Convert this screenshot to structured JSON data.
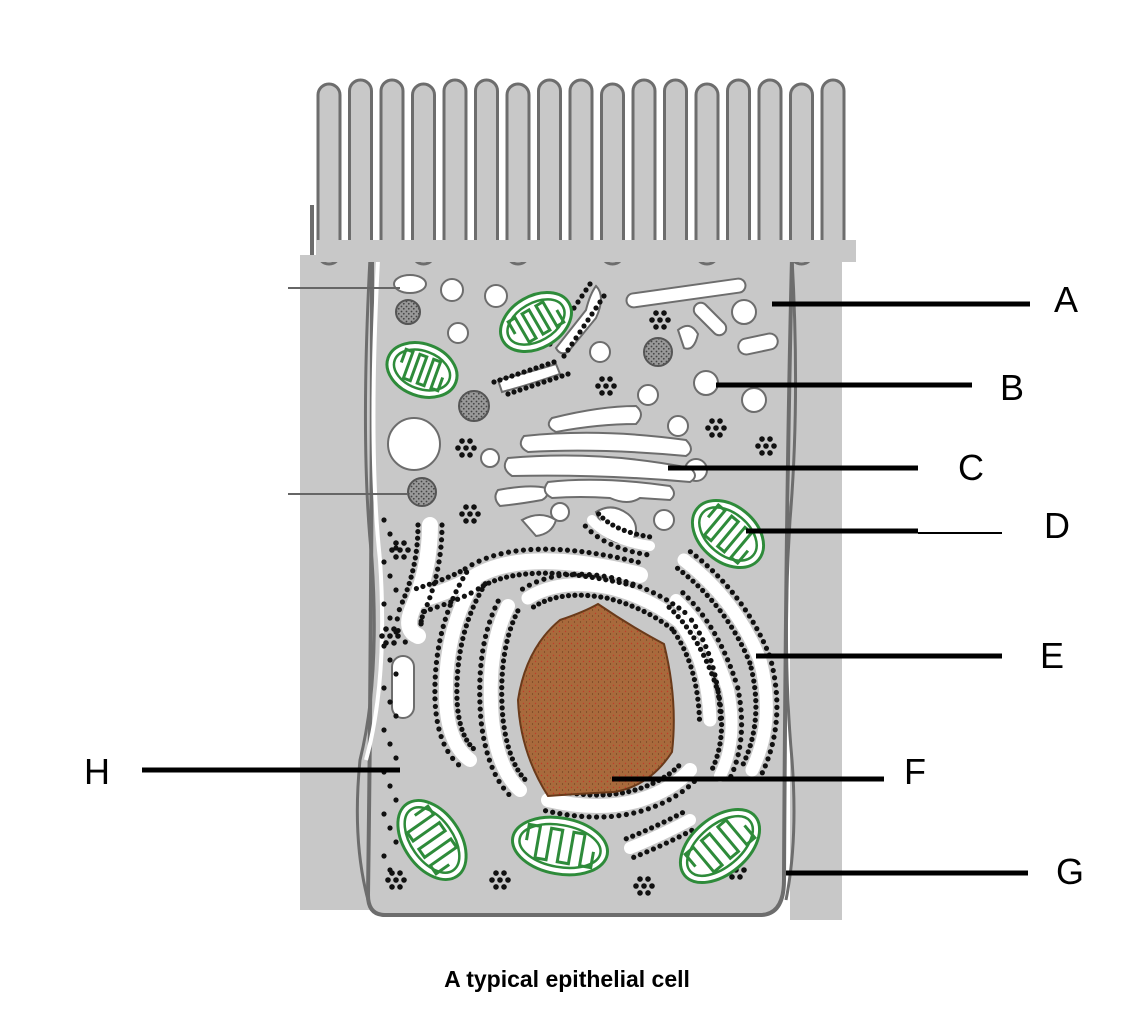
{
  "caption": "A typical epithelial cell",
  "labels": {
    "A": "A",
    "B": "B",
    "C": "C",
    "D": "D",
    "E": "E",
    "F": "F",
    "G": "G",
    "H": "H"
  },
  "colors": {
    "cytoplasm": "#c8c8c8",
    "membrane": "#6d6d6d",
    "nucleus": "#a86a3c",
    "mitochondria": "#2e8b3a",
    "ribosome": "#111111",
    "organelle_lumen": "#ffffff"
  }
}
